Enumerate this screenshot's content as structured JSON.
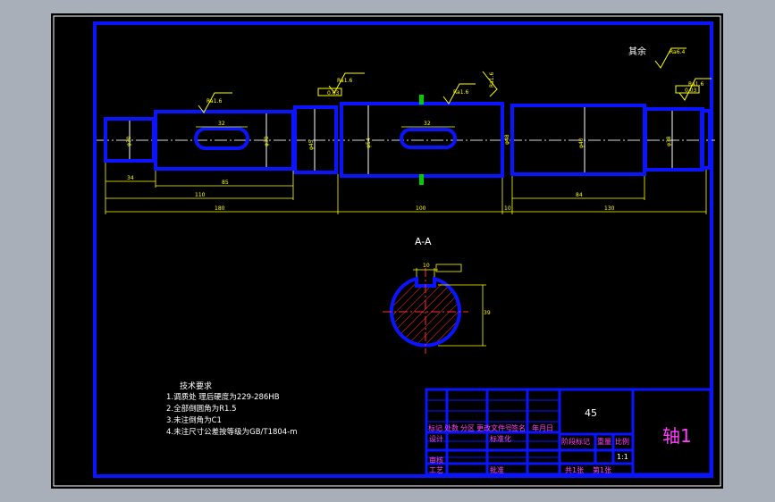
{
  "colors": {
    "background": "#a9afb8",
    "canvas": "#000000",
    "frame": "#0a14ff",
    "dim": "#ffff00",
    "text": "#ffffff",
    "center": "#d8d8d8",
    "hatch": "#ff3030",
    "key": "#00cc00",
    "title_text": "#ff40ff"
  },
  "roughness": {
    "rest_label": "其余",
    "rest_value": "Ra6.4",
    "marks": [
      "Ra1.6",
      "Ra1.6",
      "Ra1.6",
      "Ra1.6",
      "Ra1.6"
    ],
    "tolerance_boxes": [
      "0.03",
      "0.03"
    ]
  },
  "diameters": [
    "φ30",
    "φ38",
    "φ45",
    "φ54",
    "φ48",
    "φ40",
    "φ38"
  ],
  "keyway_dims": [
    "32",
    "32"
  ],
  "dimensions": {
    "d34": "34",
    "d85": "85",
    "d110": "110",
    "d180": "180",
    "d100": "100",
    "d10": "10",
    "d130": "130",
    "d84": "84"
  },
  "section": {
    "label": "A-A",
    "key_width": "10",
    "depth": "39"
  },
  "tech_requirements": {
    "title": "技术要求",
    "items": [
      "1.调质处 理后硬度为229-286HB",
      "2.全部倒圆角为R1.5",
      "3.未注倒角为C1",
      "4.未注尺寸公差按等级为GB/T1804-m"
    ]
  },
  "title_block": {
    "material": "45",
    "part_name": "轴1",
    "row_marks": [
      "标记",
      "处数",
      "分区",
      "更改文件号",
      "签名",
      "年月日"
    ],
    "design": "设计",
    "standardize": "标准化",
    "review": "审核",
    "process": "工艺",
    "approve": "批准",
    "stage_mark": "阶段标记",
    "weight": "重量",
    "scale": "比例",
    "scale_value": "1:1",
    "sheets_total": "共1张",
    "sheet_no": "第1张"
  }
}
